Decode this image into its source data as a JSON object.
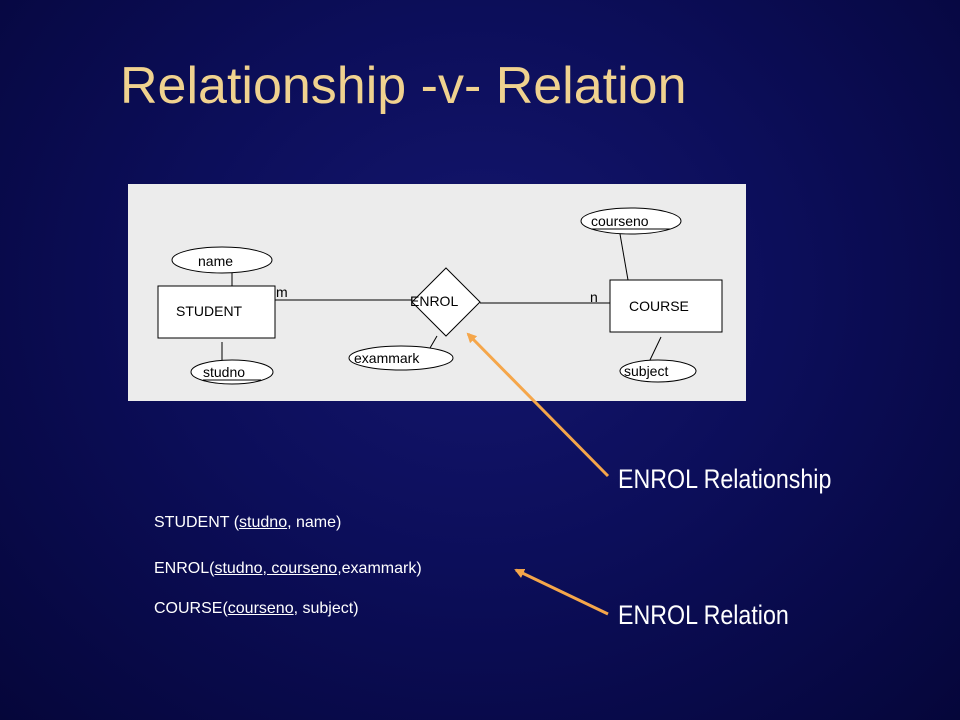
{
  "slide": {
    "title": "Relationship -v- Relation"
  },
  "diagram": {
    "student": "STUDENT",
    "course": "COURSE",
    "enrol": "ENROL",
    "attr_name": "name",
    "attr_studno": "studno",
    "attr_exammark": "exammark",
    "attr_courseno": "courseno",
    "attr_subject": "subject",
    "card_m": "m",
    "card_n": "n"
  },
  "relations": {
    "student": {
      "name": "STUDENT (",
      "key": "studno",
      "rest": ", name)"
    },
    "enrol": {
      "name": "ENROL(",
      "key": "studno, courseno",
      "rest": ",exammark)"
    },
    "course": {
      "name": "COURSE(",
      "key": "courseno",
      "rest": ", subject)"
    }
  },
  "labels": {
    "relationship": "ENROL Relationship",
    "relation": "ENROL Relation"
  },
  "colors": {
    "title": "#f0d28f",
    "arrow": "#f5a64a",
    "panel": "#ececec"
  }
}
